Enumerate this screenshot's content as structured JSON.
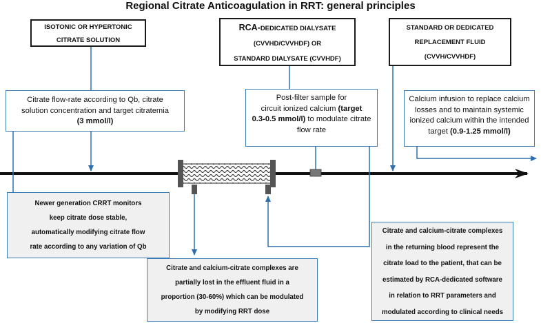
{
  "title": "Regional Citrate Anticoagulation in RRT: general principles",
  "citrate_solution": {
    "lines": [
      "ISOTONIC OR HYPERTONIC",
      "CITRATE SOLUTION"
    ]
  },
  "dialysate": {
    "line1_big": "RCA-",
    "line1_rest": "DEDICATED DIALYSATE",
    "line2": "(CVVHD/CVVHDF) OR",
    "line3": "STANDARD DIALYSATE (CVVHDF)"
  },
  "replacement_fluid": {
    "lines": [
      "STANDARD OR DEDICATED",
      "REPLACEMENT FLUID",
      "(CVVH/CVVHDF)"
    ]
  },
  "citrate_flow": {
    "line1": "Citrate flow-rate according to Qb, citrate",
    "line2": "solution concentration and target citratemia",
    "line3": "(3 mmol/l)"
  },
  "post_filter": {
    "line1": "Post-filter sample for",
    "line2_pre": "circuit ionized calcium ",
    "line2_bold": "(target",
    "line3_bold": "0.3-0.5 mmol/l)",
    "line3_rest": " to modulate citrate",
    "line4": "flow rate"
  },
  "calcium_infusion": {
    "line1": "Calcium infusion to replace calcium",
    "line2": "losses and to maintain systemic",
    "line3": "ionized calcium within the intended",
    "line4_pre": "target ",
    "line4_bold": "(0.9-1.25 mmol/l)"
  },
  "crrt_monitors": {
    "lines": [
      "Newer generation CRRT monitors",
      "keep citrate dose stable,",
      "automatically modifying citrate flow",
      "rate according to any variation of Qb"
    ]
  },
  "effluent": {
    "lines": [
      "Citrate and calcium-citrate complexes are",
      "partially lost in the effluent fluid in a",
      "proportion (30-60%) which can be modulated",
      "by modifying RRT dose"
    ]
  },
  "returning_blood": {
    "lines": [
      "Citrate and calcium-citrate complexes",
      "in the returning blood represent the",
      "citrate load to the patient, that can be",
      "estimated by RCA-dedicated software",
      "in relation to RRT parameters and",
      "modulated according to clinical needs"
    ]
  },
  "colors": {
    "arrow": "#2f6fad",
    "box_border": "#3a7bb8",
    "main_line": "#111111",
    "filter": "#555555"
  }
}
